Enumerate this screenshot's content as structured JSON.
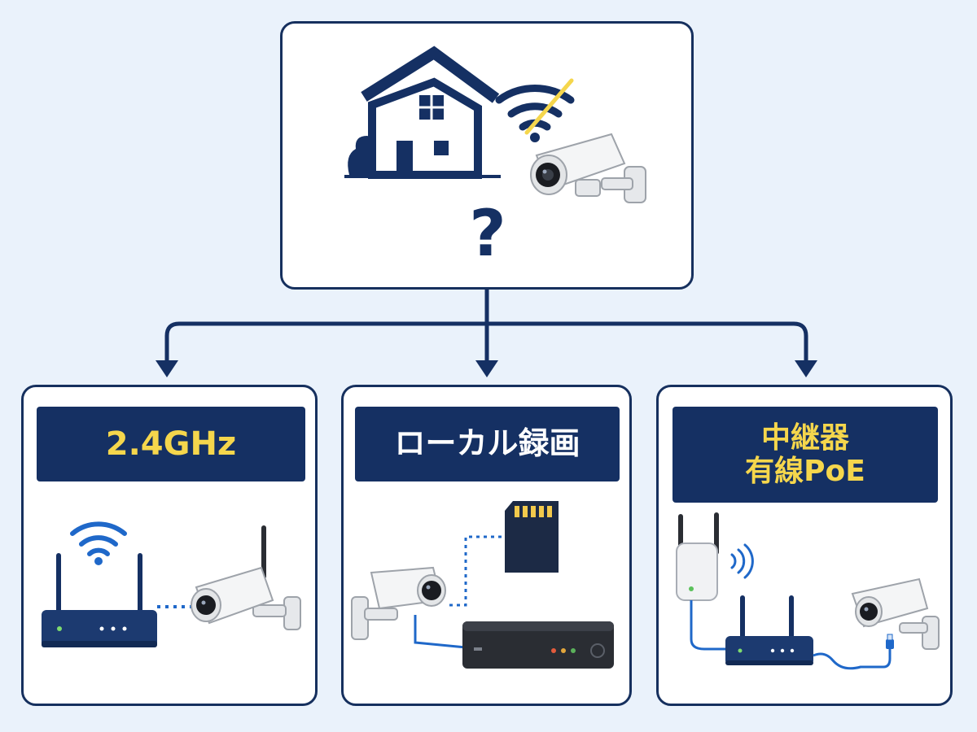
{
  "question_mark": "?",
  "cards": {
    "wifi": {
      "title": "2.4GHz"
    },
    "local": {
      "title": "ローカル録画"
    },
    "repeater": {
      "title_line1": "中継器",
      "title_line2": "有線PoE"
    }
  },
  "colors": {
    "navy": "#153063",
    "yellow": "#f5d64c",
    "wifi_blue": "#1f68c9",
    "background": "#eaf2fb"
  },
  "icons": [
    "house-icon",
    "wifi-off-icon",
    "camera-icon",
    "question-icon",
    "router-icon",
    "wifi-icon",
    "sd-card-icon",
    "recorder-icon",
    "repeater-icon",
    "signal-icon",
    "ethernet-plug-icon"
  ]
}
